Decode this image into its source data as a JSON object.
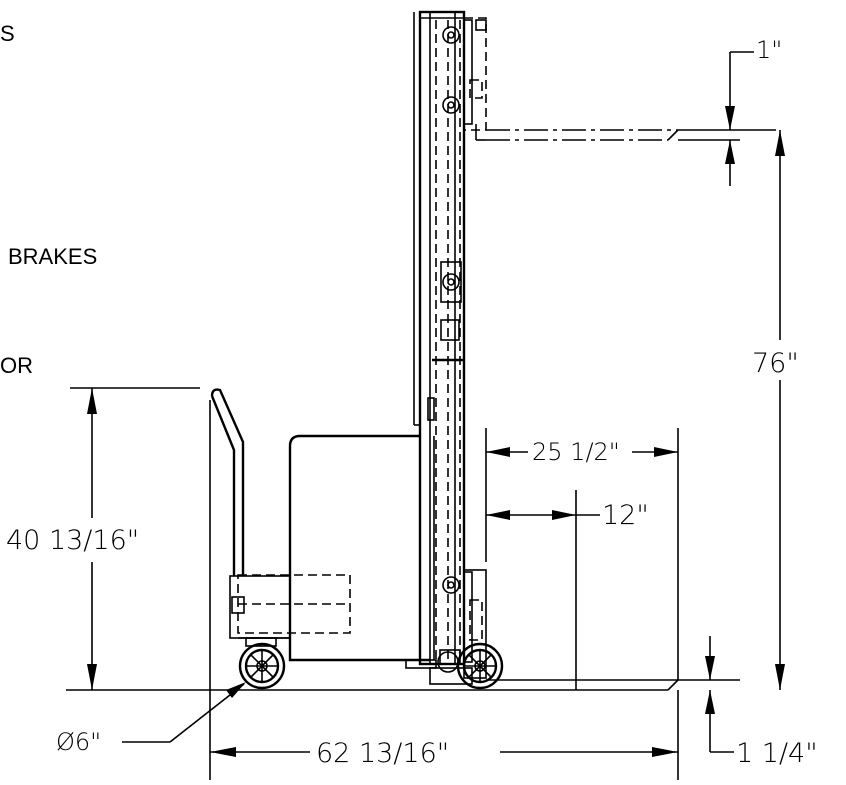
{
  "side_notes": {
    "line1": "S",
    "line2": "BRAKES",
    "line3": "OR"
  },
  "dimensions": {
    "fork_thickness": "1\"",
    "max_lift_height": "76\"",
    "load_center_outer": "25 1/2\"",
    "load_center_inner": "12\"",
    "handle_height": "40 13/16\"",
    "wheel_diameter": "Ø6\"",
    "overall_length": "62 13/16\"",
    "lowered_height": "1 1/4\""
  }
}
